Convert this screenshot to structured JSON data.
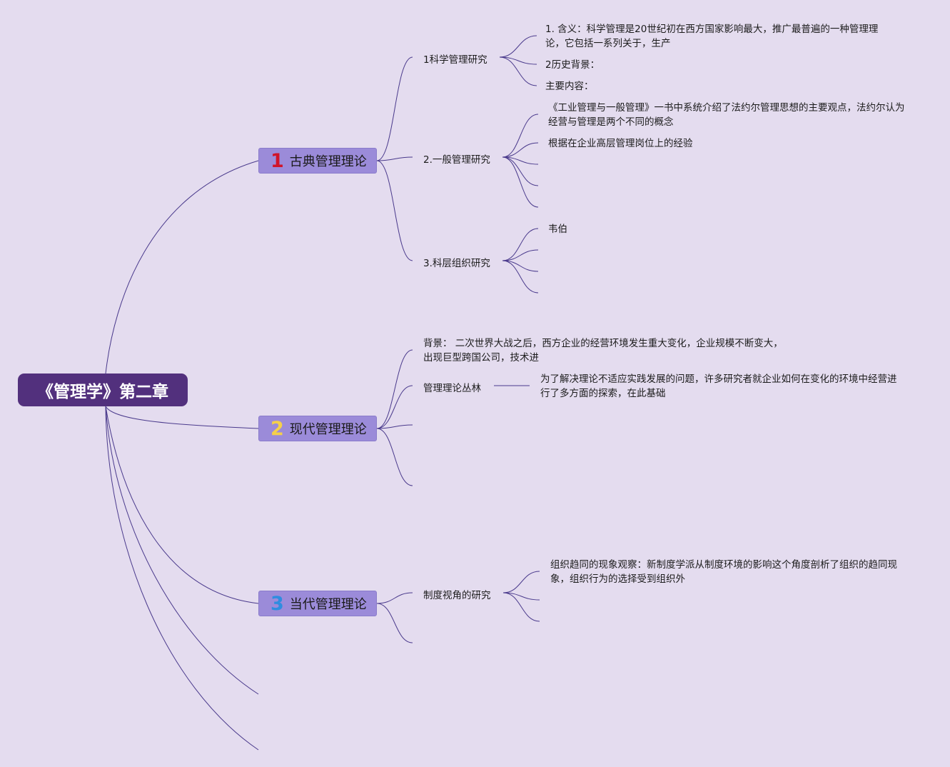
{
  "root": {
    "title": "《管理学》第二章"
  },
  "colors": {
    "background": "#e4dcef",
    "root_fill": "#52307d",
    "branch_fill": "#9b8bd9",
    "edge": "#4a3a8c",
    "num1": "#d0142a",
    "num2": "#f5d04a",
    "num3": "#2f8de0"
  },
  "branches": [
    {
      "num": "1",
      "label": "古典管理理论",
      "subs": [
        {
          "label": "1科学管理研究",
          "leaves": [
            "1. 含义：科学管理是20世纪初在西方国家影响最大，推广最普遍的一种管理理论，它包括一系列关于，生产",
            "2历史背景：",
            "主要内容："
          ]
        },
        {
          "label": "2.一般管理研究",
          "leaves": [
            "《工业管理与一般管理》一书中系统介绍了法约尔管理思想的主要观点，法约尔认为经营与管理是两个不同的概念",
            "根据在企业高层管理岗位上的经验"
          ]
        },
        {
          "label": "3.科层组织研究",
          "leaves": [
            "韦伯"
          ]
        }
      ]
    },
    {
      "num": "2",
      "label": "现代管理理论",
      "subs": [
        {
          "label": "背景： 二次世界大战之后，西方企业的经营环境发生重大变化，企业规模不断变大，出现巨型跨国公司，技术进"
        },
        {
          "label": "管理理论丛林",
          "leaves": [
            "为了解决理论不适应实践发展的问题，许多研究者就企业如何在变化的环境中经营进行了多方面的探索，在此基础"
          ]
        }
      ]
    },
    {
      "num": "3",
      "label": "当代管理理论",
      "subs": [
        {
          "label": "制度视角的研究",
          "leaves": [
            "组织趋同的现象观察：新制度学派从制度环境的影响这个角度剖析了组织的趋同现象，组织行为的选择受到组织外"
          ]
        }
      ]
    }
  ]
}
